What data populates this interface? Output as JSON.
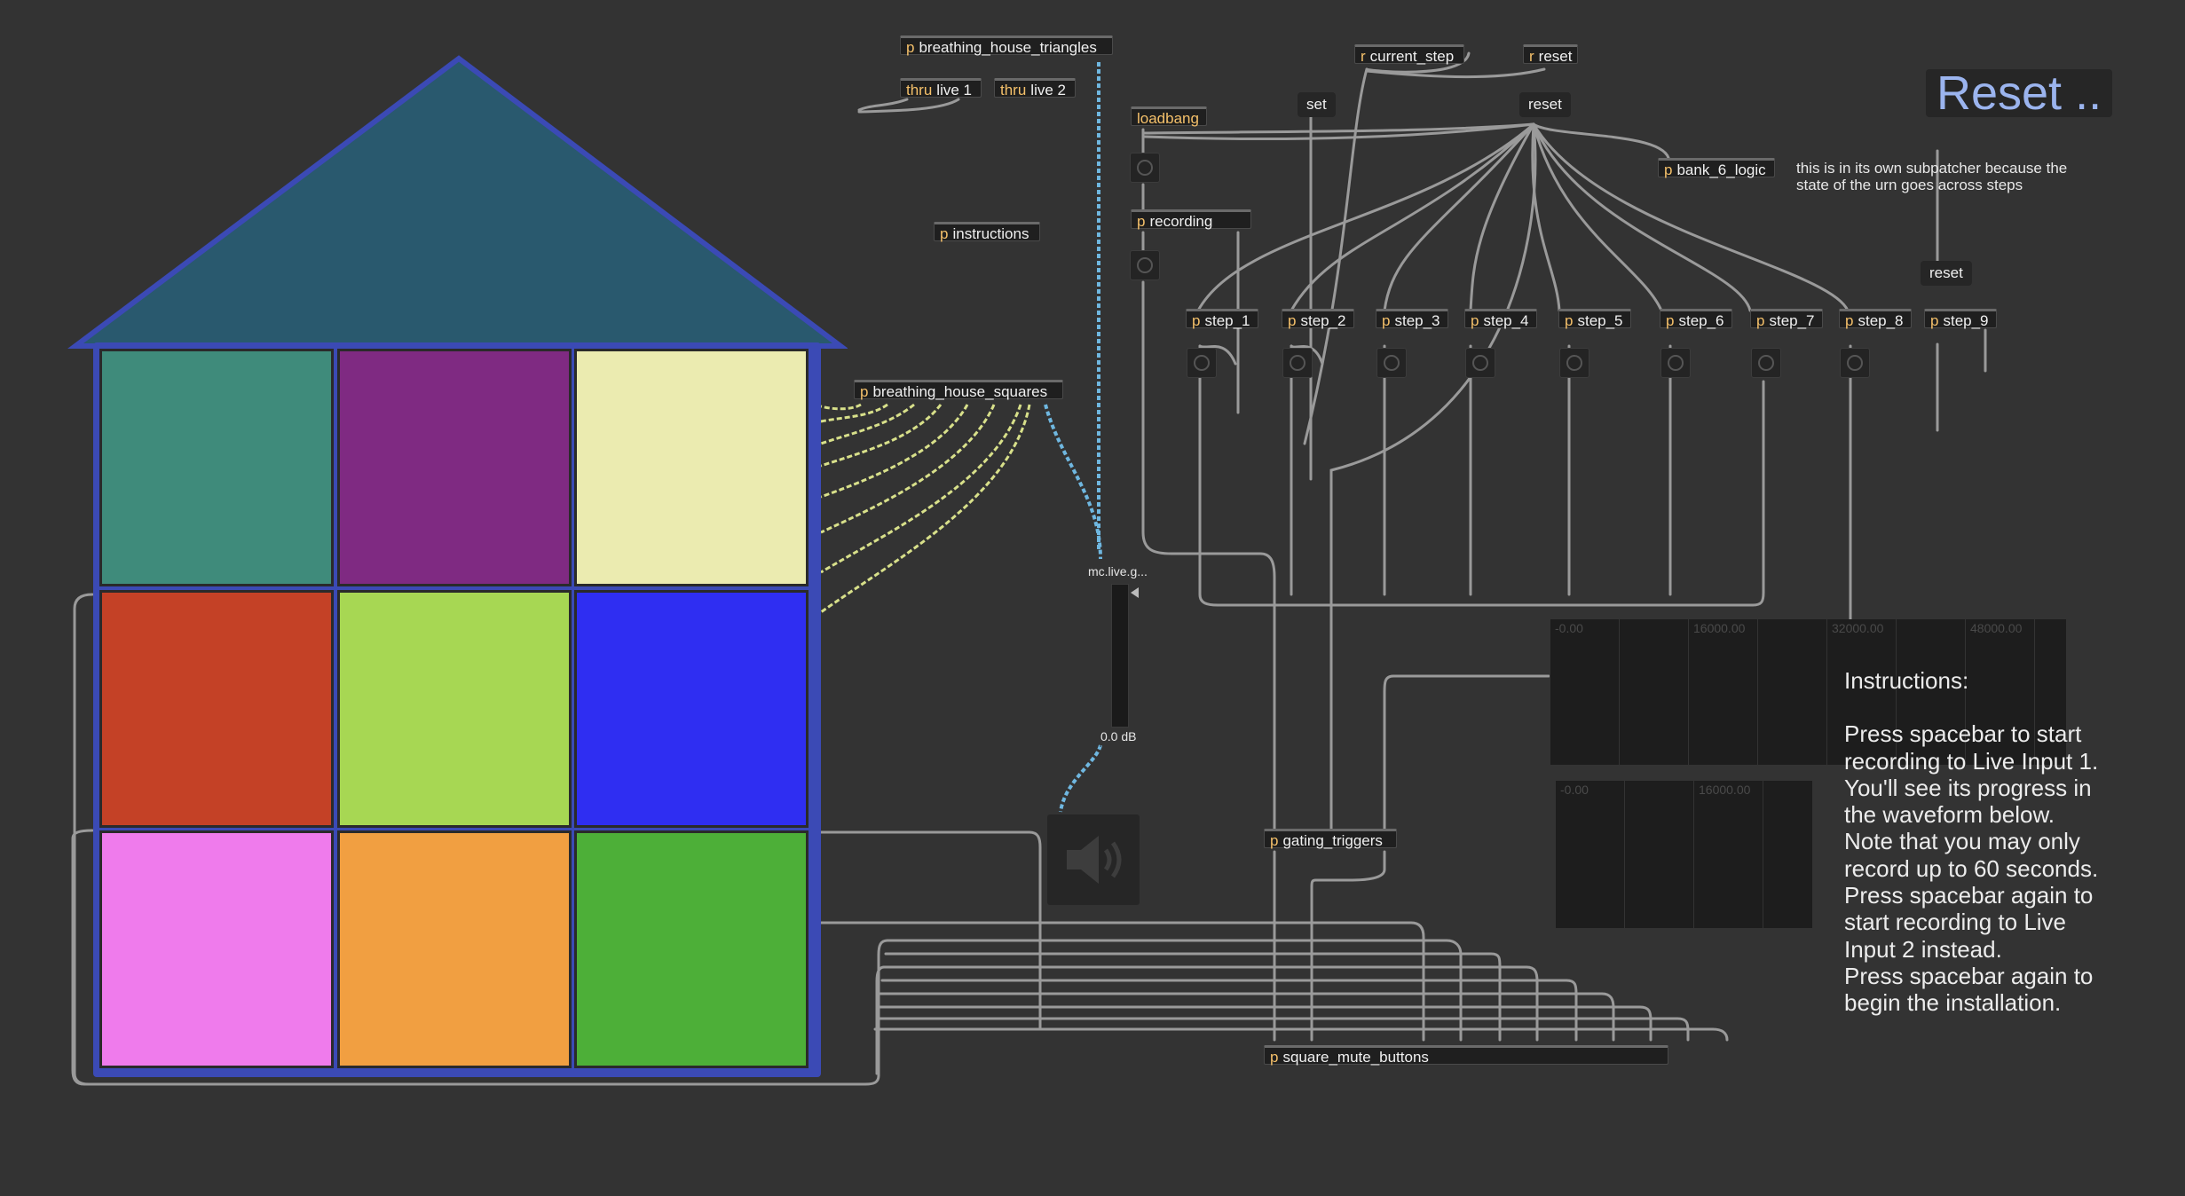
{
  "colors": {
    "background": "#333333",
    "roof": "#29596e",
    "house_border": "#3b4ab5",
    "patch_cord": "#9a9a9a",
    "signal_cord": "#6fb7e0",
    "list_cord": "#d8e08a",
    "reset_text": "#9bb4ee"
  },
  "house": {
    "squares": [
      {
        "color": "#3f8b7b"
      },
      {
        "color": "#7f2a82"
      },
      {
        "color": "#ebebb0"
      },
      {
        "color": "#c44126"
      },
      {
        "color": "#a7d753"
      },
      {
        "color": "#2f2ef2"
      },
      {
        "color": "#ef7bec"
      },
      {
        "color": "#f19f41"
      },
      {
        "color": "#4daf38"
      }
    ]
  },
  "objects": {
    "triangles": {
      "prefix": "p",
      "label": "breathing_house_triangles"
    },
    "thru1": {
      "prefix": "thru",
      "label": "live 1"
    },
    "thru2": {
      "prefix": "thru",
      "label": "live 2"
    },
    "instructions": {
      "prefix": "p",
      "label": "instructions"
    },
    "squares": {
      "prefix": "p",
      "label": "breathing_house_squares"
    },
    "loadbang": {
      "label": "loadbang"
    },
    "recording": {
      "prefix": "p",
      "label": "recording"
    },
    "current_step": {
      "prefix": "r",
      "label": "current_step"
    },
    "reset_recv": {
      "prefix": "r",
      "label": "reset"
    },
    "bank6": {
      "prefix": "p",
      "label": "bank_6_logic"
    },
    "gating": {
      "prefix": "p",
      "label": "gating_triggers"
    },
    "mute": {
      "prefix": "p",
      "label": "square_mute_buttons"
    },
    "steps": [
      {
        "prefix": "p",
        "label": "step_1"
      },
      {
        "prefix": "p",
        "label": "step_2"
      },
      {
        "prefix": "p",
        "label": "step_3"
      },
      {
        "prefix": "p",
        "label": "step_4"
      },
      {
        "prefix": "p",
        "label": "step_5"
      },
      {
        "prefix": "p",
        "label": "step_6"
      },
      {
        "prefix": "p",
        "label": "step_7"
      },
      {
        "prefix": "p",
        "label": "step_8"
      },
      {
        "prefix": "p",
        "label": "step_9"
      }
    ]
  },
  "messages": {
    "set": "set",
    "reset_main": "reset",
    "reset_small": "reset"
  },
  "gain": {
    "name": "mc.live.g...",
    "value": "0.0 dB"
  },
  "speaker": {
    "icon": "speaker-icon"
  },
  "reset_big": "Reset ..",
  "comment": "this is in its own subpatcher because the state of the urn goes across steps",
  "waveforms": [
    {
      "labels": [
        "-0.00",
        "16000.00",
        "32000.00",
        "48000.00"
      ]
    },
    {
      "labels": [
        "-0.00",
        "16000.00"
      ]
    }
  ],
  "instructions_text": {
    "heading": "Instructions:",
    "lines": [
      "Press spacebar to start",
      "recording to Live Input 1.",
      "You'll see its progress in",
      "the waveform below.",
      "Note that you may only",
      "record up to 60 seconds.",
      "Press spacebar again to",
      "start recording to Live",
      "Input 2 instead.",
      "Press spacebar again to",
      "begin the installation."
    ]
  }
}
